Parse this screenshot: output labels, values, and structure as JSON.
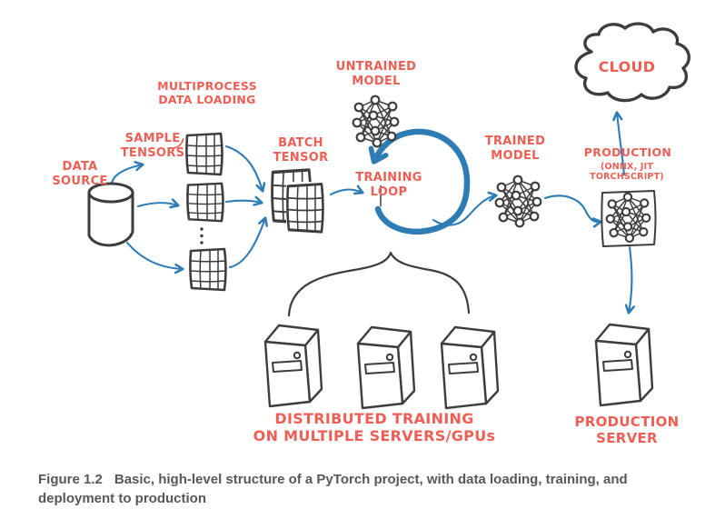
{
  "figure": {
    "caption": {
      "label": "Figure 1.2",
      "text": "Basic, high-level structure of a PyTorch project, with data loading, training, and\ndeployment to production"
    }
  },
  "labels": {
    "data_source": "DATA\nSOURCE",
    "sample_tensors": "SAMPLE\nTENSORS",
    "multiprocess_data_loading": "MULTIPROCESS\nDATA LOADING",
    "batch_tensor": "BATCH\nTENSOR",
    "untrained_model": "UNTRAINED\nMODEL",
    "training_loop": "TRAINING\nLOOP",
    "trained_model": "TRAINED\nMODEL",
    "production": "PRODUCTION",
    "production_formats": "(ONNX, JIT\nTORCHSCRIPT)",
    "cloud": "CLOUD",
    "distributed_training": "DISTRIBUTED TRAINING\nON MULTIPLE SERVERS/GPUs",
    "production_server": "PRODUCTION\nSERVER"
  },
  "icons": {
    "database-icon": "sketched cylinder",
    "tensor-grid-icon": "sketched grid matrix",
    "batch-tensor-icon": "two stacked grid matrices",
    "neural-network-icon": "sketched graph of nodes and edges",
    "training-loop-arrow-icon": "thick circular arrow",
    "cloud-icon": "sketched cloud outline",
    "server-tower-icon": "sketched 3D server tower",
    "flow-arrow-icon": "thin curved blue arrow"
  },
  "colors": {
    "red": "#ed5f55",
    "blue": "#2d7cb5",
    "ink": "#3d3d3d",
    "gray": "#55585b",
    "paper": "#ffffff"
  }
}
